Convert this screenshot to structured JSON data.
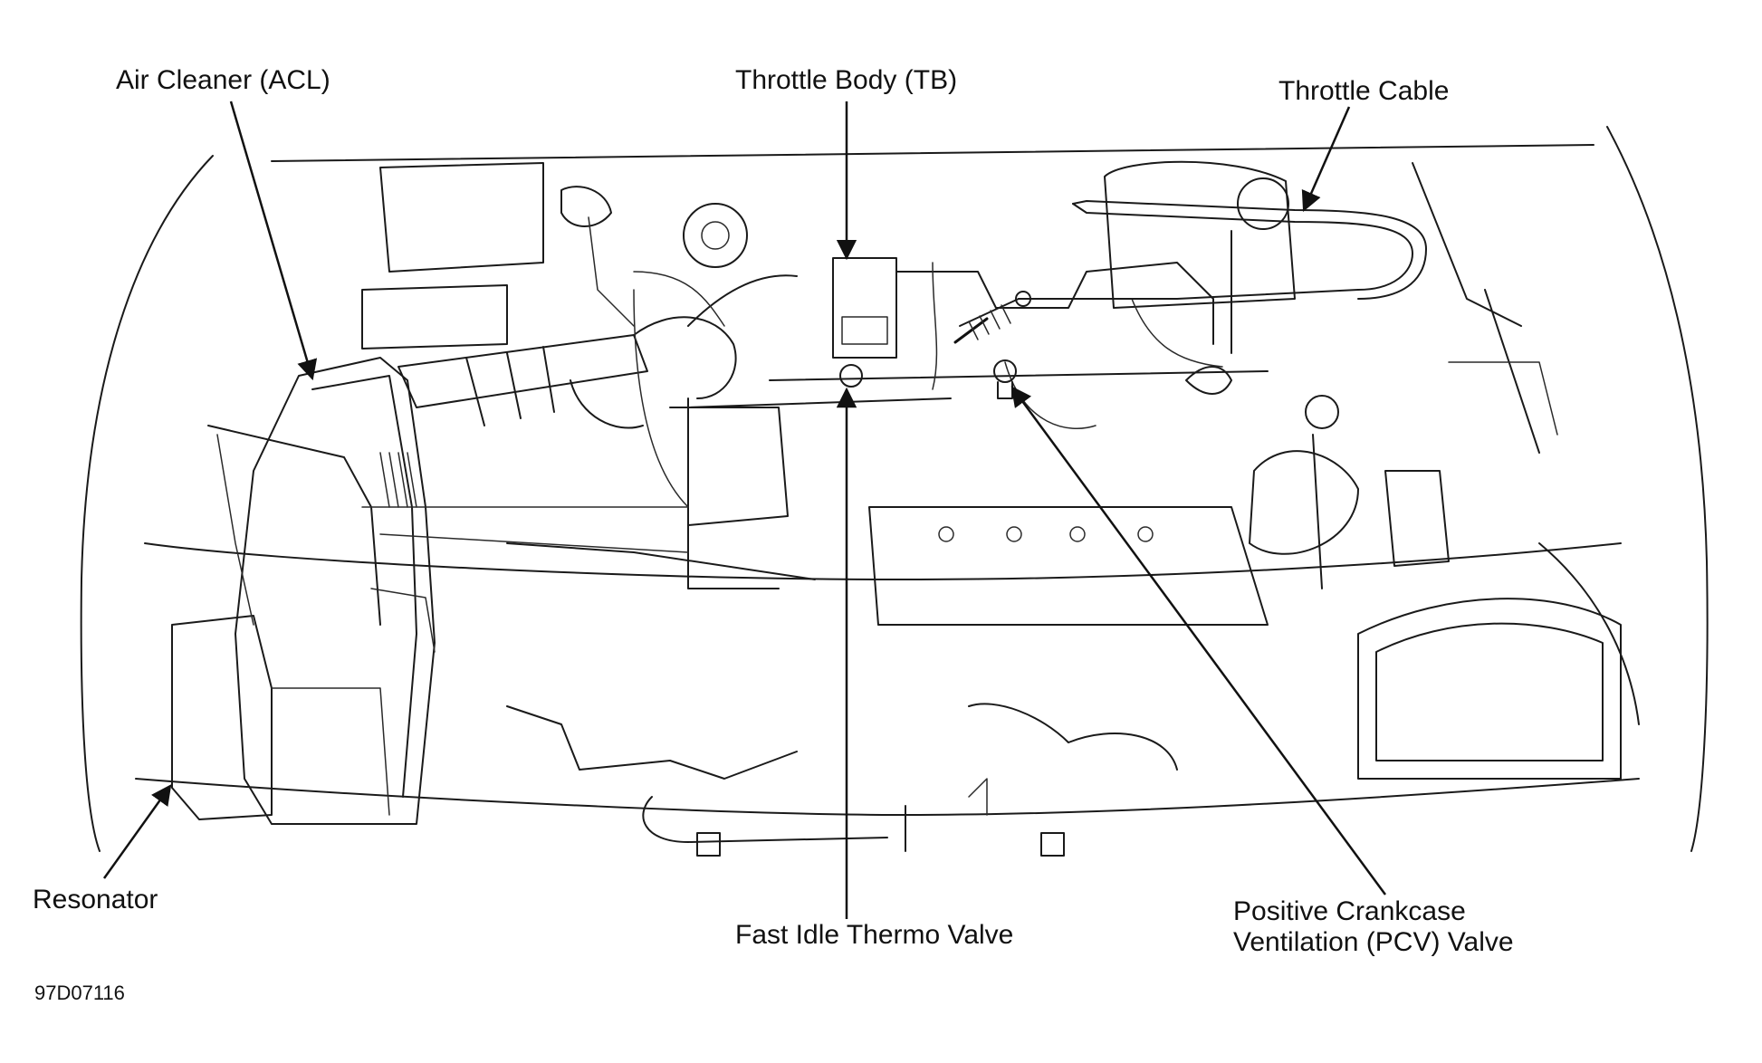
{
  "diagram": {
    "labels": {
      "air_cleaner": "Air Cleaner (ACL)",
      "throttle_body": "Throttle Body (TB)",
      "throttle_cable": "Throttle Cable",
      "resonator": "Resonator",
      "fast_idle": "Fast Idle Thermo Valve",
      "pcv_line1": "Positive Crankcase",
      "pcv_line2": "Ventilation (PCV) Valve"
    },
    "figure_id": "97D07116"
  }
}
